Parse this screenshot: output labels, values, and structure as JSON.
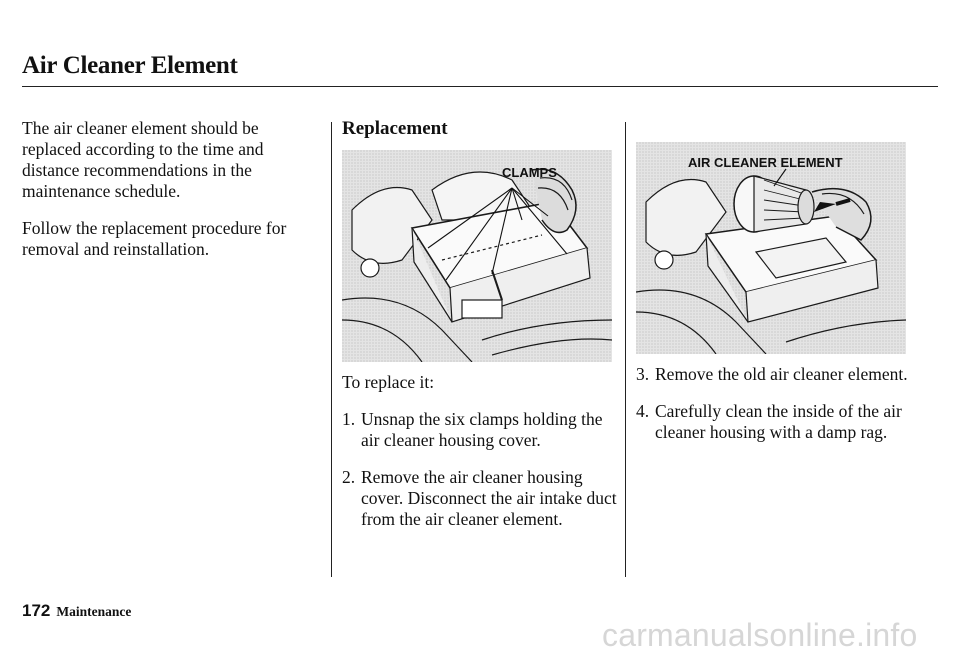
{
  "header": {
    "title": "Air Cleaner Element"
  },
  "column1": {
    "paragraphs": [
      "The air cleaner element should be replaced according to the time and distance recommendations in the maintenance schedule.",
      "Follow the replacement procedure for removal and reinstallation."
    ]
  },
  "column2": {
    "heading": "Replacement",
    "figure_label": "CLAMPS",
    "intro": "To replace it:",
    "steps": [
      {
        "num": "1.",
        "text": "Unsnap the six clamps holding the air cleaner housing cover."
      },
      {
        "num": "2.",
        "text": "Remove the air cleaner housing cover. Disconnect the air intake duct from the air cleaner element."
      }
    ]
  },
  "column3": {
    "figure_label": "AIR CLEANER ELEMENT",
    "steps": [
      {
        "num": "3.",
        "text": "Remove the old air cleaner element."
      },
      {
        "num": "4.",
        "text": "Carefully clean the inside of the air cleaner housing with a damp rag."
      }
    ]
  },
  "footer": {
    "page_number": "172",
    "section": "Maintenance"
  },
  "watermark": "carmanualsonline.info"
}
